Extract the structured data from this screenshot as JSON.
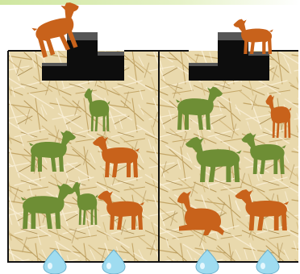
{
  "figure": {
    "kind": "illustration of two straw-bedded pens with goat kids",
    "colors": {
      "straw_base": "#e9d9ad",
      "straw_light": "#f7ecd0",
      "straw_dark": "#c4a667",
      "pen_border": "#111111",
      "platform": "#0d0d0d",
      "platform_top": "#555555",
      "kid_orange": "#c8621b",
      "kid_green": "#6e8e35",
      "water_drop": "#9fdcf0",
      "water_drop_edge": "#6bb0cc",
      "top_band": "#d7eab2"
    }
  },
  "pens": [
    {
      "id": "left",
      "kids_on_platform": [
        {
          "color": "orange",
          "pose": "climbing"
        }
      ],
      "kids_in_pen": [
        {
          "color": "green",
          "pose": "standing"
        },
        {
          "color": "green",
          "pose": "standing"
        },
        {
          "color": "orange",
          "pose": "walking"
        },
        {
          "color": "green",
          "pose": "standing"
        },
        {
          "color": "green",
          "pose": "small-standing"
        },
        {
          "color": "orange",
          "pose": "standing"
        }
      ],
      "water_drops": 2
    },
    {
      "id": "right",
      "kids_on_platform": [
        {
          "color": "orange",
          "pose": "standing"
        }
      ],
      "kids_in_pen": [
        {
          "color": "green",
          "pose": "standing"
        },
        {
          "color": "orange",
          "pose": "small-standing"
        },
        {
          "color": "green",
          "pose": "walking"
        },
        {
          "color": "green",
          "pose": "standing"
        },
        {
          "color": "orange",
          "pose": "lying"
        },
        {
          "color": "orange",
          "pose": "standing"
        }
      ],
      "water_drops": 2
    }
  ]
}
